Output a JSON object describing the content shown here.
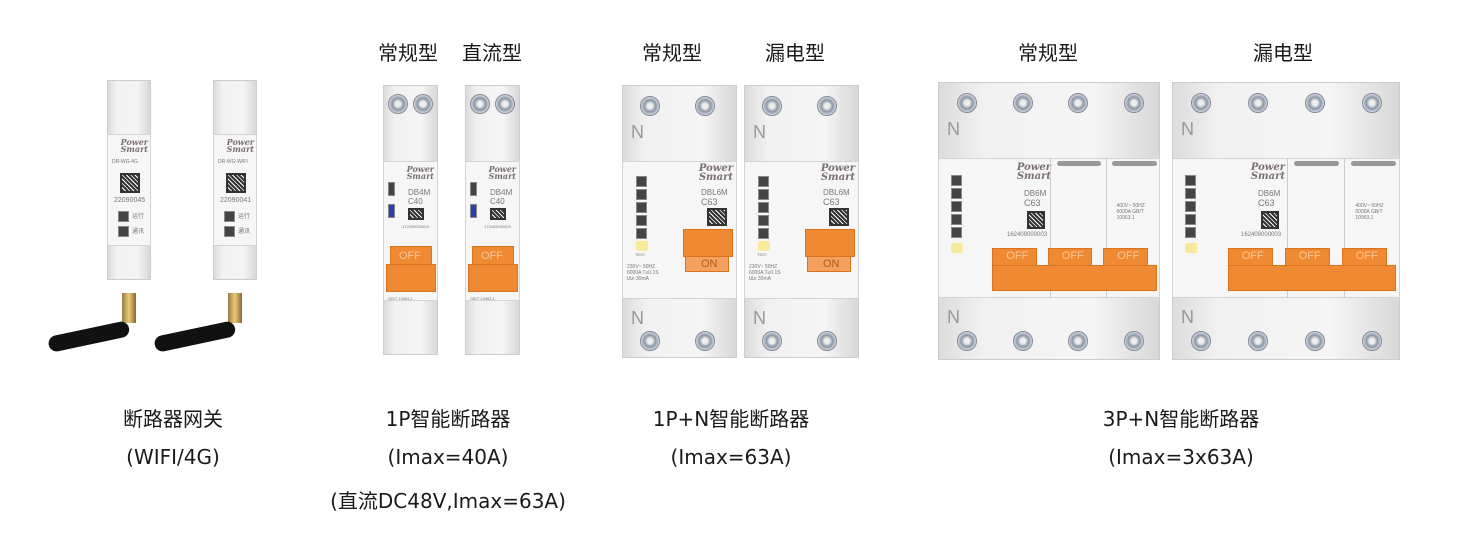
{
  "headers": {
    "p1_standard": "常规型",
    "p1_dc": "直流型",
    "p1n_standard": "常规型",
    "p1n_leakage": "漏电型",
    "p3n_standard": "常规型",
    "p3n_leakage": "漏电型"
  },
  "captions": {
    "gateway_title": "断路器网关",
    "gateway_sub": "(WIFI/4G)",
    "p1_title": "1P智能断路器",
    "p1_sub": "(Imax=40A)",
    "p1_sub2": "(直流DC48V,Imax=63A)",
    "p1n_title": "1P+N智能断路器",
    "p1n_sub": "(Imax=63A)",
    "p3n_title": "3P+N智能断路器",
    "p3n_sub": "(Imax=3x63A)"
  },
  "device_text": {
    "brand": "Power Smart",
    "gateway_4g_model": "DR-WG-4G",
    "gateway_4g_serial": "22090045",
    "gateway_wifi_model": "DR-WG-WIFI",
    "gateway_wifi_serial": "22090041",
    "gateway_led_run": "运行",
    "gateway_led_comm": "通讯",
    "p1_model": "DB4M",
    "p1_rating": "C40",
    "p1_serial": "172409000003",
    "p1_standard_code": "GB/T 10963.1",
    "p1n_model": "DBL6M",
    "p1n_rating": "C63",
    "p1n_specs": "230V~ 50HZ 6000A T≤0.1S IΔn 30mA",
    "test": "TEST",
    "on": "ON",
    "off": "OFF",
    "neutral": "N",
    "p3n_model": "DB6M",
    "p3n_rating": "C63",
    "p3n_serial": "162409000003",
    "p3n_specs": "400V~ 50HZ 6000A GB/T 10963.1"
  },
  "colors": {
    "handle": "#f08a32",
    "body": "#f2f2f2"
  }
}
